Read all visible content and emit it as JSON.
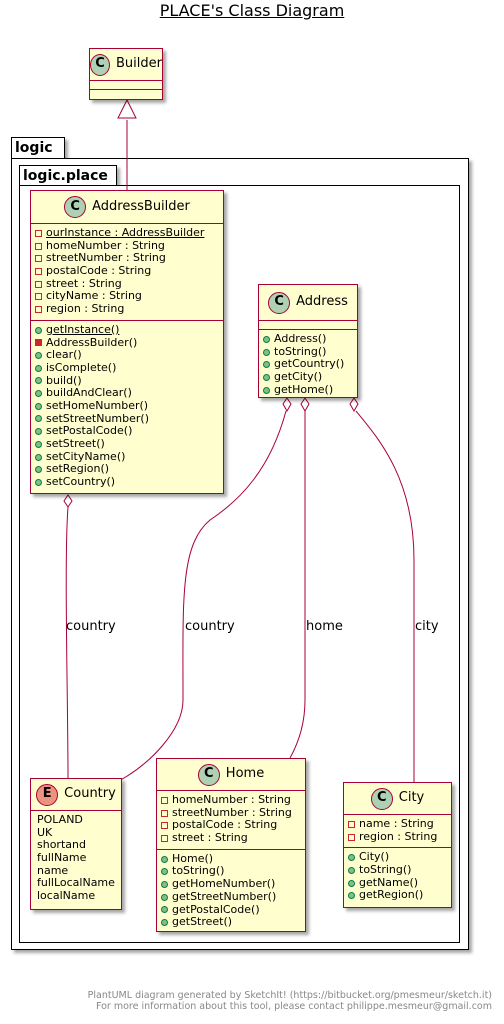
{
  "title": "PLACE's Class Diagram",
  "packages": {
    "outer": {
      "name": "logic"
    },
    "inner": {
      "name": "logic.place"
    }
  },
  "classes": {
    "builder": {
      "name": "Builder",
      "stereotype_icon": "C"
    },
    "address_builder": {
      "name": "AddressBuilder",
      "stereotype_icon": "C",
      "fields": [
        {
          "vis": "private",
          "text": "ourInstance : AddressBuilder",
          "static": true
        },
        {
          "vis": "private",
          "text": "homeNumber : String"
        },
        {
          "vis": "private",
          "text": "streetNumber : String"
        },
        {
          "vis": "private",
          "text": "postalCode : String"
        },
        {
          "vis": "private",
          "text": "street : String"
        },
        {
          "vis": "private",
          "text": "cityName : String"
        },
        {
          "vis": "private",
          "text": "region : String"
        }
      ],
      "methods": [
        {
          "vis": "public",
          "text": "getInstance()",
          "static": true
        },
        {
          "vis": "private-filled",
          "text": "AddressBuilder()"
        },
        {
          "vis": "public",
          "text": "clear()"
        },
        {
          "vis": "public",
          "text": "isComplete()"
        },
        {
          "vis": "public",
          "text": "build()"
        },
        {
          "vis": "public",
          "text": "buildAndClear()"
        },
        {
          "vis": "public",
          "text": "setHomeNumber()"
        },
        {
          "vis": "public",
          "text": "setStreetNumber()"
        },
        {
          "vis": "public",
          "text": "setPostalCode()"
        },
        {
          "vis": "public",
          "text": "setStreet()"
        },
        {
          "vis": "public",
          "text": "setCityName()"
        },
        {
          "vis": "public",
          "text": "setRegion()"
        },
        {
          "vis": "public",
          "text": "setCountry()"
        }
      ]
    },
    "address": {
      "name": "Address",
      "stereotype_icon": "C",
      "methods": [
        {
          "vis": "public",
          "text": "Address()"
        },
        {
          "vis": "public",
          "text": "toString()"
        },
        {
          "vis": "public",
          "text": "getCountry()"
        },
        {
          "vis": "public",
          "text": "getCity()"
        },
        {
          "vis": "public",
          "text": "getHome()"
        }
      ]
    },
    "country": {
      "name": "Country",
      "stereotype_icon": "E",
      "values": [
        "POLAND",
        "UK",
        "shortand",
        "fullName",
        "name",
        "fullLocalName",
        "localName"
      ]
    },
    "home": {
      "name": "Home",
      "stereotype_icon": "C",
      "fields": [
        {
          "vis": "private",
          "text": "homeNumber : String"
        },
        {
          "vis": "private",
          "text": "streetNumber : String"
        },
        {
          "vis": "private",
          "text": "postalCode : String"
        },
        {
          "vis": "private",
          "text": "street : String"
        }
      ],
      "methods": [
        {
          "vis": "public",
          "text": "Home()"
        },
        {
          "vis": "public",
          "text": "toString()"
        },
        {
          "vis": "public",
          "text": "getHomeNumber()"
        },
        {
          "vis": "public",
          "text": "getStreetNumber()"
        },
        {
          "vis": "public",
          "text": "getPostalCode()"
        },
        {
          "vis": "public",
          "text": "getStreet()"
        }
      ]
    },
    "city": {
      "name": "City",
      "stereotype_icon": "C",
      "fields": [
        {
          "vis": "private",
          "text": "name : String"
        },
        {
          "vis": "private",
          "text": "region : String"
        }
      ],
      "methods": [
        {
          "vis": "public",
          "text": "City()"
        },
        {
          "vis": "public",
          "text": "toString()"
        },
        {
          "vis": "public",
          "text": "getName()"
        },
        {
          "vis": "public",
          "text": "getRegion()"
        }
      ]
    }
  },
  "edge_labels": {
    "builder_country": "country",
    "address_country": "country",
    "address_home": "home",
    "address_city": "city"
  },
  "footer": {
    "line1": "PlantUML diagram generated by SketchIt! (https://bitbucket.org/pmesmeur/sketch.it)",
    "line2": "For more information about this tool, please contact philippe.mesmeur@gmail.com"
  },
  "colors": {
    "class_fill": "#fefece",
    "class_border": "#a80036",
    "class_badge": "#add1b2",
    "enum_badge": "#eb937f"
  }
}
